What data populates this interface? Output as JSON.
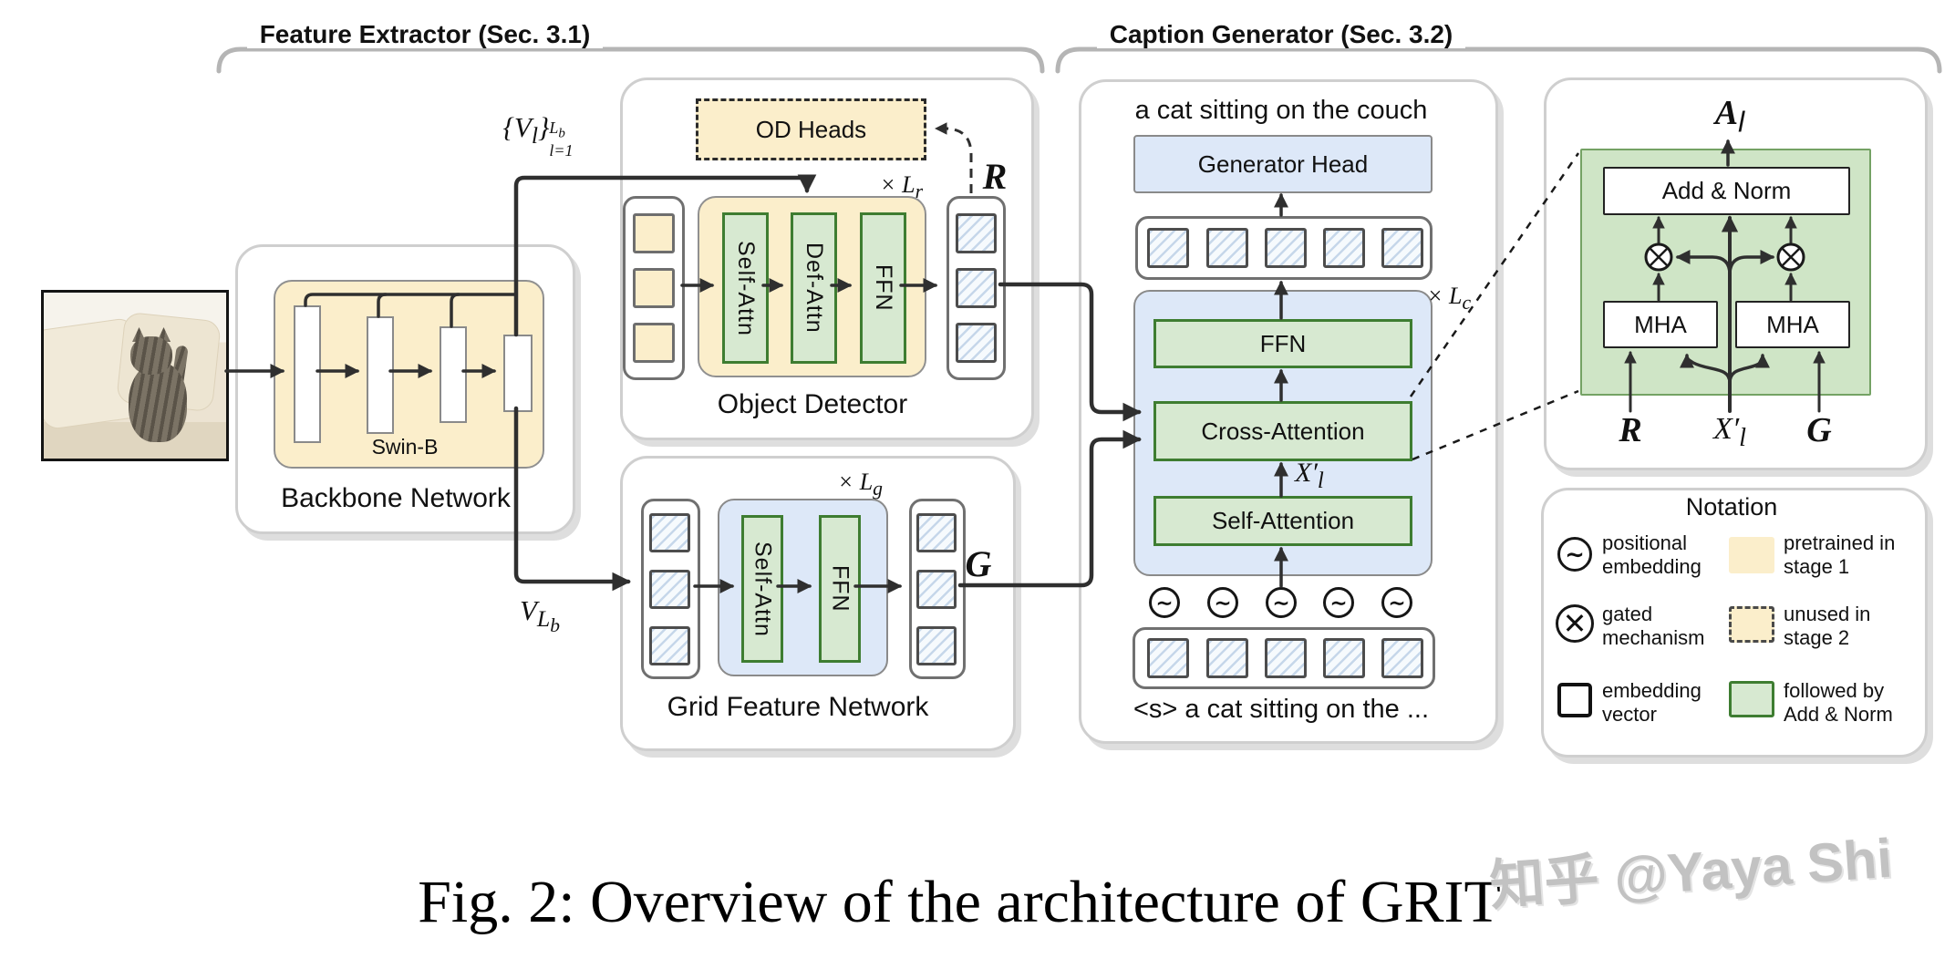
{
  "colors": {
    "pretrained_yellow": "#fbeecb",
    "block_green_fill": "#d7e9d1",
    "block_green_border": "#3e7d31",
    "panel_blue": "#dde8f8",
    "detail_green": "#cfe5c6",
    "wire": "#2f2f2f",
    "watermark_gray": "#c2c2c2"
  },
  "brackets": {
    "feature_extractor": "Feature Extractor (Sec. 3.1)",
    "caption_generator": "Caption Generator (Sec. 3.2)"
  },
  "backbone": {
    "label": "Backbone Network",
    "swin_label": "Swin-B"
  },
  "feature_labels": {
    "multi_scale_html": "{<i>V<sub>l</sub></i>}<span class='stk'><span><i>L<sub>b</sub></i></span><span><i>l</i>=1</span></span>",
    "last_scale_html": "<i>V</i><sub><i>L</i><sub>b</sub></sub>"
  },
  "object_detector": {
    "label": "Object Detector",
    "od_heads": "OD Heads",
    "blocks": [
      "Self-Attn",
      "Def-Attn",
      "FFN"
    ],
    "repeat_html": "&#215; <i>L<sub>r</sub></i>",
    "output_symbol_html": "<span class='cal'>R</span>"
  },
  "grid_network": {
    "label": "Grid Feature Network",
    "blocks": [
      "Self-Attn",
      "FFN"
    ],
    "repeat_html": "&#215; <i>L<sub>g</sub></i>",
    "output_symbol_html": "<span class='cal'>G</span>"
  },
  "caption_generator": {
    "output_caption": "a cat sitting on the couch",
    "generator_head": "Generator Head",
    "blocks": [
      "FFN",
      "Cross-Attention",
      "Self-Attention"
    ],
    "x_prime_html": "<i>X</i>&#8242;<sub><i>l</i></sub>",
    "repeat_html": "&#215; <i>L<sub>c</sub></i>",
    "input_caption": "<s> a cat sitting on the ...",
    "pos_embed_glyph": "&#8764;"
  },
  "detail": {
    "add_norm": "Add & Norm",
    "mha_left": "MHA",
    "mha_right": "MHA",
    "output_html": "<span class='cal'>A</span><sub><i>l</i></sub>",
    "input_r_html": "<span class='cal'>R</span>",
    "input_x_html": "<i>X</i>&#8242;<sub><i>l</i></sub>",
    "input_g_html": "<span class='cal'>G</span>"
  },
  "notation": {
    "title": "Notation",
    "left": [
      {
        "label": "positional embedding"
      },
      {
        "label": "gated mechanism"
      },
      {
        "label": "embedding vector"
      }
    ],
    "right": [
      {
        "label": "pretrained in stage 1"
      },
      {
        "label": "unused in stage 2"
      },
      {
        "label": "followed by Add & Norm"
      }
    ]
  },
  "figure_caption": "Fig. 2: Overview of the architecture of GRIT",
  "watermark": "知乎 @Yaya Shi"
}
